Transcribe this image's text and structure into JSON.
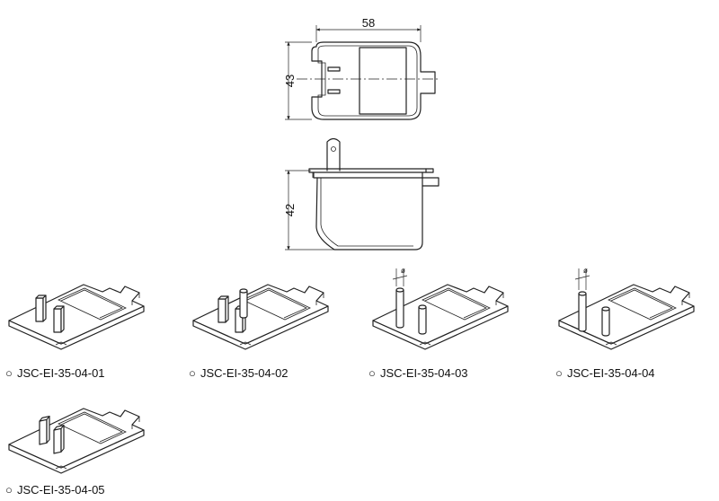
{
  "dimensions": {
    "top_width": "58",
    "top_height": "43",
    "side_height": "42"
  },
  "symbols": {
    "diameter": "ø",
    "circle": "○"
  },
  "variants": [
    {
      "label": "JSC-EI-35-04-01"
    },
    {
      "label": "JSC-EI-35-04-02"
    },
    {
      "label": "JSC-EI-35-04-03"
    },
    {
      "label": "JSC-EI-35-04-04"
    },
    {
      "label": "JSC-EI-35-04-05"
    }
  ]
}
